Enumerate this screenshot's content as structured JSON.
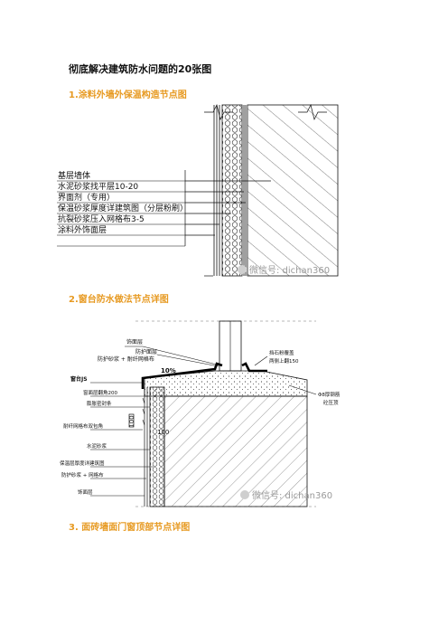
{
  "document": {
    "title": "彻底解决建筑防水问题的20张图",
    "sections": [
      {
        "heading": "1.涂料外墙外保温构造节点图"
      },
      {
        "heading": "2.窗台防水做法节点详图"
      },
      {
        "heading": "3.  面砖墙面门窗顶部节点详图"
      }
    ]
  },
  "figure1": {
    "layers": [
      "基层墙体",
      "水泥砂浆找平层10-20",
      "界面剂（专用）",
      "保温砂浆厚度详建筑图（分层粉刷）",
      "抗裂砂浆压入网格布3-5",
      "涂料外饰面层"
    ],
    "watermark": "微信号: dichan360"
  },
  "figure2": {
    "labels": {
      "finish_top": "饰面层",
      "protect_layer": "防护面层",
      "mortar_mesh": "防护砂浆 + 耐纤网格布",
      "slope": "10%",
      "sill_js": "窗台JS",
      "sill_dim": "窗面层翻角200",
      "membrane": "膨胀密封条",
      "mesh_wrap": "耐纤网格布双包角",
      "cement": "水泥砂浆",
      "insul_thk": "保温层厚度详建筑图",
      "mortar_mesh2": "防护砂浆 + 网格布",
      "finish_bottom": "饰面层",
      "stone_sill": "挡石粉覆盖",
      "stone_sill2": "两侧上翻150",
      "rebar": "Φ8厚钢筋",
      "rebar2": "砼压顶",
      "dim100": "100",
      "dim_v": "100"
    },
    "watermark": "微信号: dichan360"
  }
}
